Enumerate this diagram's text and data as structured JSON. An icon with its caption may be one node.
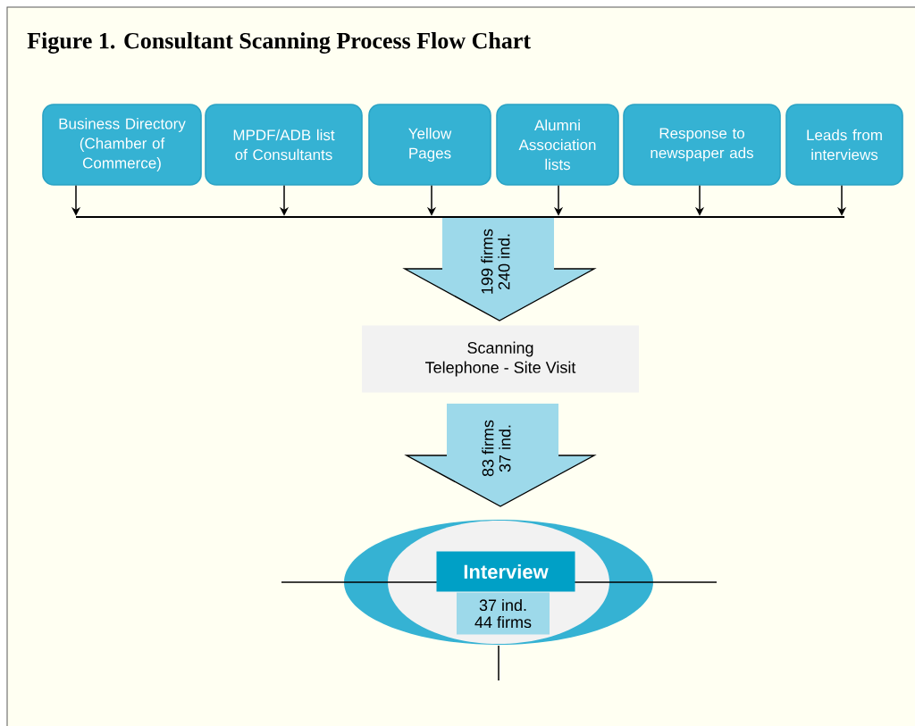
{
  "diagram": {
    "title": "Figure 1.   Consultant Scanning Process Flow Chart",
    "nodes": [
      {
        "text": [
          "Business Directory (Chamber of Commerce)"
        ]
      },
      {
        "text": [
          "MPDF/ADB list of Consultants"
        ]
      },
      {
        "text": [
          "Yellow Pages"
        ]
      },
      {
        "text": [
          "Alumni Association lists"
        ]
      },
      {
        "text": [
          "Response to newspaper ads"
        ]
      },
      {
        "text": [
          "Leads from interviews"
        ]
      },
      {
        "text": [],
        "shape": "bar"
      },
      {
        "text": [
          "199 firms",
          "240 ind."
        ]
      },
      {
        "text": [
          "Scanning",
          "Telephone - Site Visit"
        ]
      },
      {
        "text": [
          "83 firms",
          "37 ind."
        ]
      },
      {
        "text": [],
        "shape": "ellipse"
      },
      {
        "text": [
          "Interview"
        ],
        "in": 10
      },
      {
        "text": [
          "37 ind.",
          "44 firms"
        ],
        "in": 10
      }
    ],
    "edges": [
      {
        "from": 0,
        "to": 6,
        "arrow": "to"
      },
      {
        "from": 1,
        "to": 6,
        "arrow": "to"
      },
      {
        "from": 2,
        "to": 6,
        "arrow": "to"
      },
      {
        "from": 3,
        "to": 6,
        "arrow": "to"
      },
      {
        "from": 4,
        "to": 6,
        "arrow": "to"
      },
      {
        "from": 5,
        "to": 6,
        "arrow": "to"
      }
    ]
  }
}
